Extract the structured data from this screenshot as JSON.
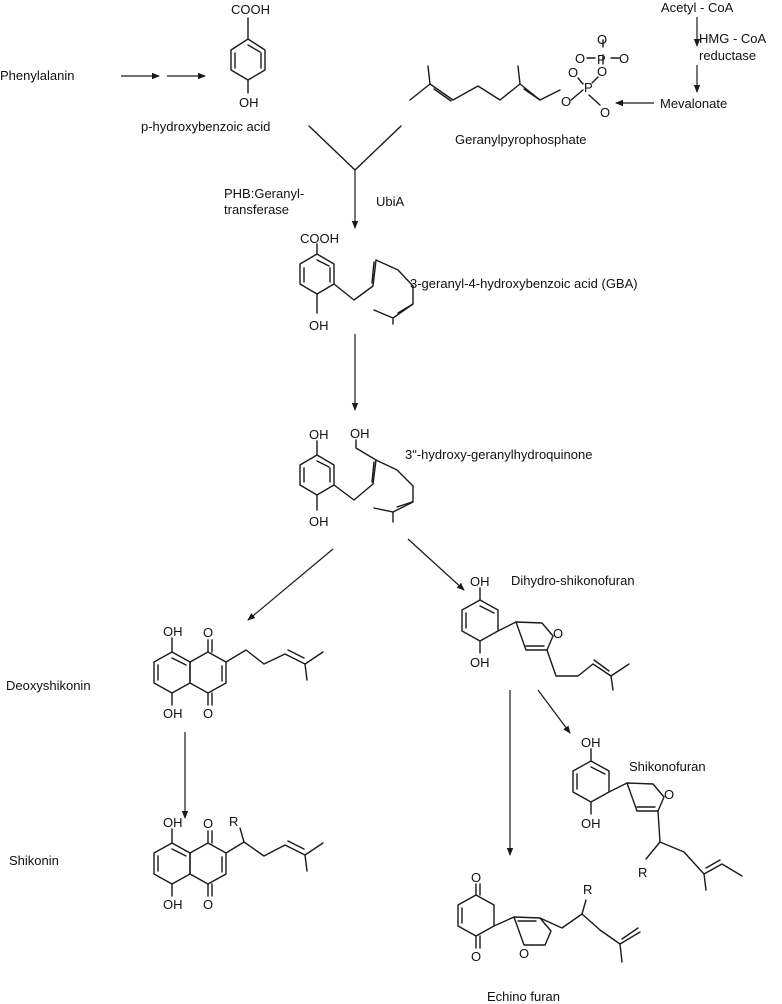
{
  "labels": {
    "phenylalanin": "Phenylalanin",
    "phb": "p-hydroxybenzoic acid",
    "acetyl": "Acetyl - CoA",
    "hmg1": "HMG - CoA",
    "hmg2": "reductase",
    "mevalonate": "Mevalonate",
    "gpp": "Geranylpyrophosphate",
    "enzyme1": "PHB:Geranyl-",
    "enzyme2": "transferase",
    "ubia": "UbiA",
    "gba": "3-geranyl-4-hydroxybenzoic acid (GBA)",
    "hgh": "3ʺ-hydroxy-geranylhydroquinone",
    "deoxyshikonin": "Deoxyshikonin",
    "dihydroshikonofuran": "Dihydro-shikonofuran",
    "shikonofuran": "Shikonofuran",
    "shikonin": "Shikonin",
    "echinofuran": "Echino furan"
  },
  "atoms": {
    "cooh": "COOH",
    "oh": "OH",
    "o": "O",
    "p": "P",
    "r": "R"
  }
}
